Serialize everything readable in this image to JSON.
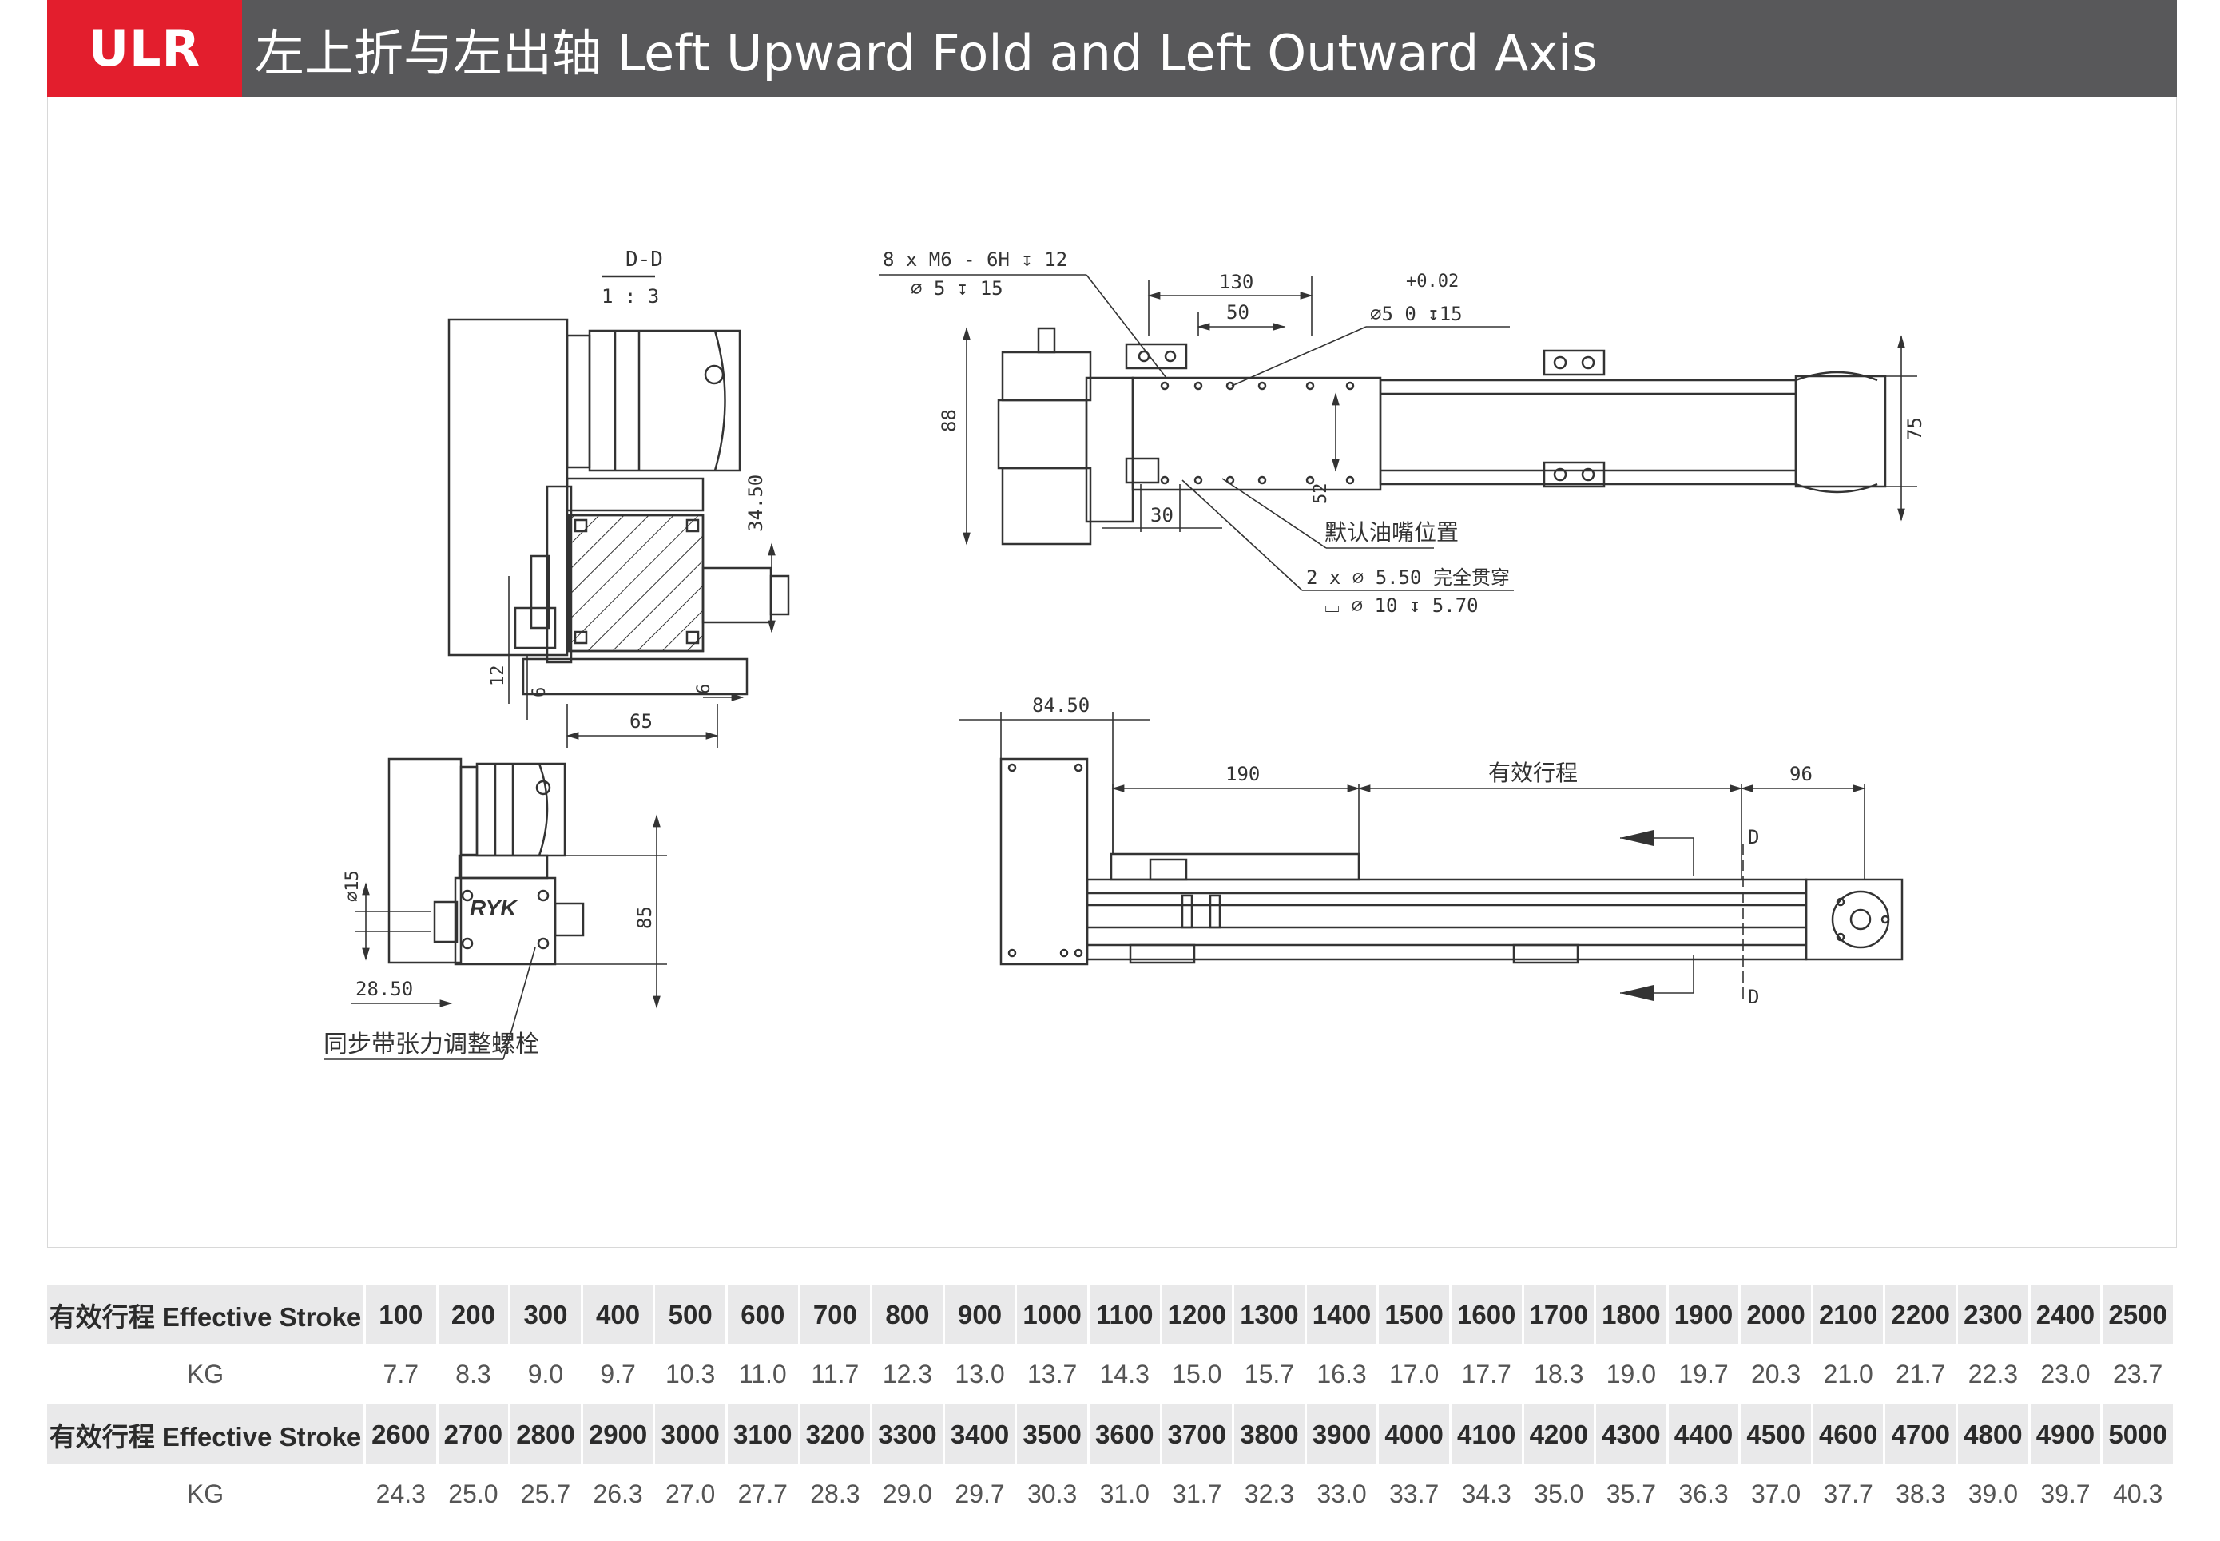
{
  "header": {
    "code": "ULR",
    "title": "左上折与左出轴 Left Upward Fold and Left Outward Axis",
    "accent_color": "#e31e2d",
    "bar_color": "#58585a"
  },
  "drawing": {
    "section_label": "D-D",
    "section_scale": "1 : 3",
    "brand_mark": "RYK",
    "tension_bolt_label": "同步带张力调整螺栓",
    "oil_nozzle_label": "默认油嘴位置",
    "hole_spec_1": "8 x  M6 - 6H ↧ 12",
    "hole_spec_2": "⌀ 5 ↧ 15",
    "pin_spec_tol": "+0.02",
    "pin_spec_main": "⌀5  0   ↧15",
    "through_spec_1": "2 x  ⌀ 5.50 完全贯穿",
    "through_spec_2": "⌴ ⌀ 10 ↧ 5.70",
    "effective_stroke_label": "有效行程",
    "section_mark": "D",
    "dims": {
      "d130": "130",
      "d50": "50",
      "d88": "88",
      "d75": "75",
      "d52": "52",
      "d30": "30",
      "d34_50": "34.50",
      "d12": "12",
      "d6a": "6",
      "d6b": "6",
      "d65": "65",
      "d15": "⌀15",
      "d85": "85",
      "d28_50": "28.50",
      "d84_50": "84.50",
      "d190": "190",
      "d96": "96"
    }
  },
  "table": {
    "row_label": "有效行程 Effective Stroke",
    "kg_label": "KG",
    "strokes_1": [
      "100",
      "200",
      "300",
      "400",
      "500",
      "600",
      "700",
      "800",
      "900",
      "1000",
      "1100",
      "1200",
      "1300",
      "1400",
      "1500",
      "1600",
      "1700",
      "1800",
      "1900",
      "2000",
      "2100",
      "2200",
      "2300",
      "2400",
      "2500"
    ],
    "kg_1": [
      "7.7",
      "8.3",
      "9.0",
      "9.7",
      "10.3",
      "11.0",
      "11.7",
      "12.3",
      "13.0",
      "13.7",
      "14.3",
      "15.0",
      "15.7",
      "16.3",
      "17.0",
      "17.7",
      "18.3",
      "19.0",
      "19.7",
      "20.3",
      "21.0",
      "21.7",
      "22.3",
      "23.0",
      "23.7"
    ],
    "strokes_2": [
      "2600",
      "2700",
      "2800",
      "2900",
      "3000",
      "3100",
      "3200",
      "3300",
      "3400",
      "3500",
      "3600",
      "3700",
      "3800",
      "3900",
      "4000",
      "4100",
      "4200",
      "4300",
      "4400",
      "4500",
      "4600",
      "4700",
      "4800",
      "4900",
      "5000"
    ],
    "kg_2": [
      "24.3",
      "25.0",
      "25.7",
      "26.3",
      "27.0",
      "27.7",
      "28.3",
      "29.0",
      "29.7",
      "30.3",
      "31.0",
      "31.7",
      "32.3",
      "33.0",
      "33.7",
      "34.3",
      "35.0",
      "35.7",
      "36.3",
      "37.0",
      "37.7",
      "38.3",
      "39.0",
      "39.7",
      "40.3"
    ]
  }
}
